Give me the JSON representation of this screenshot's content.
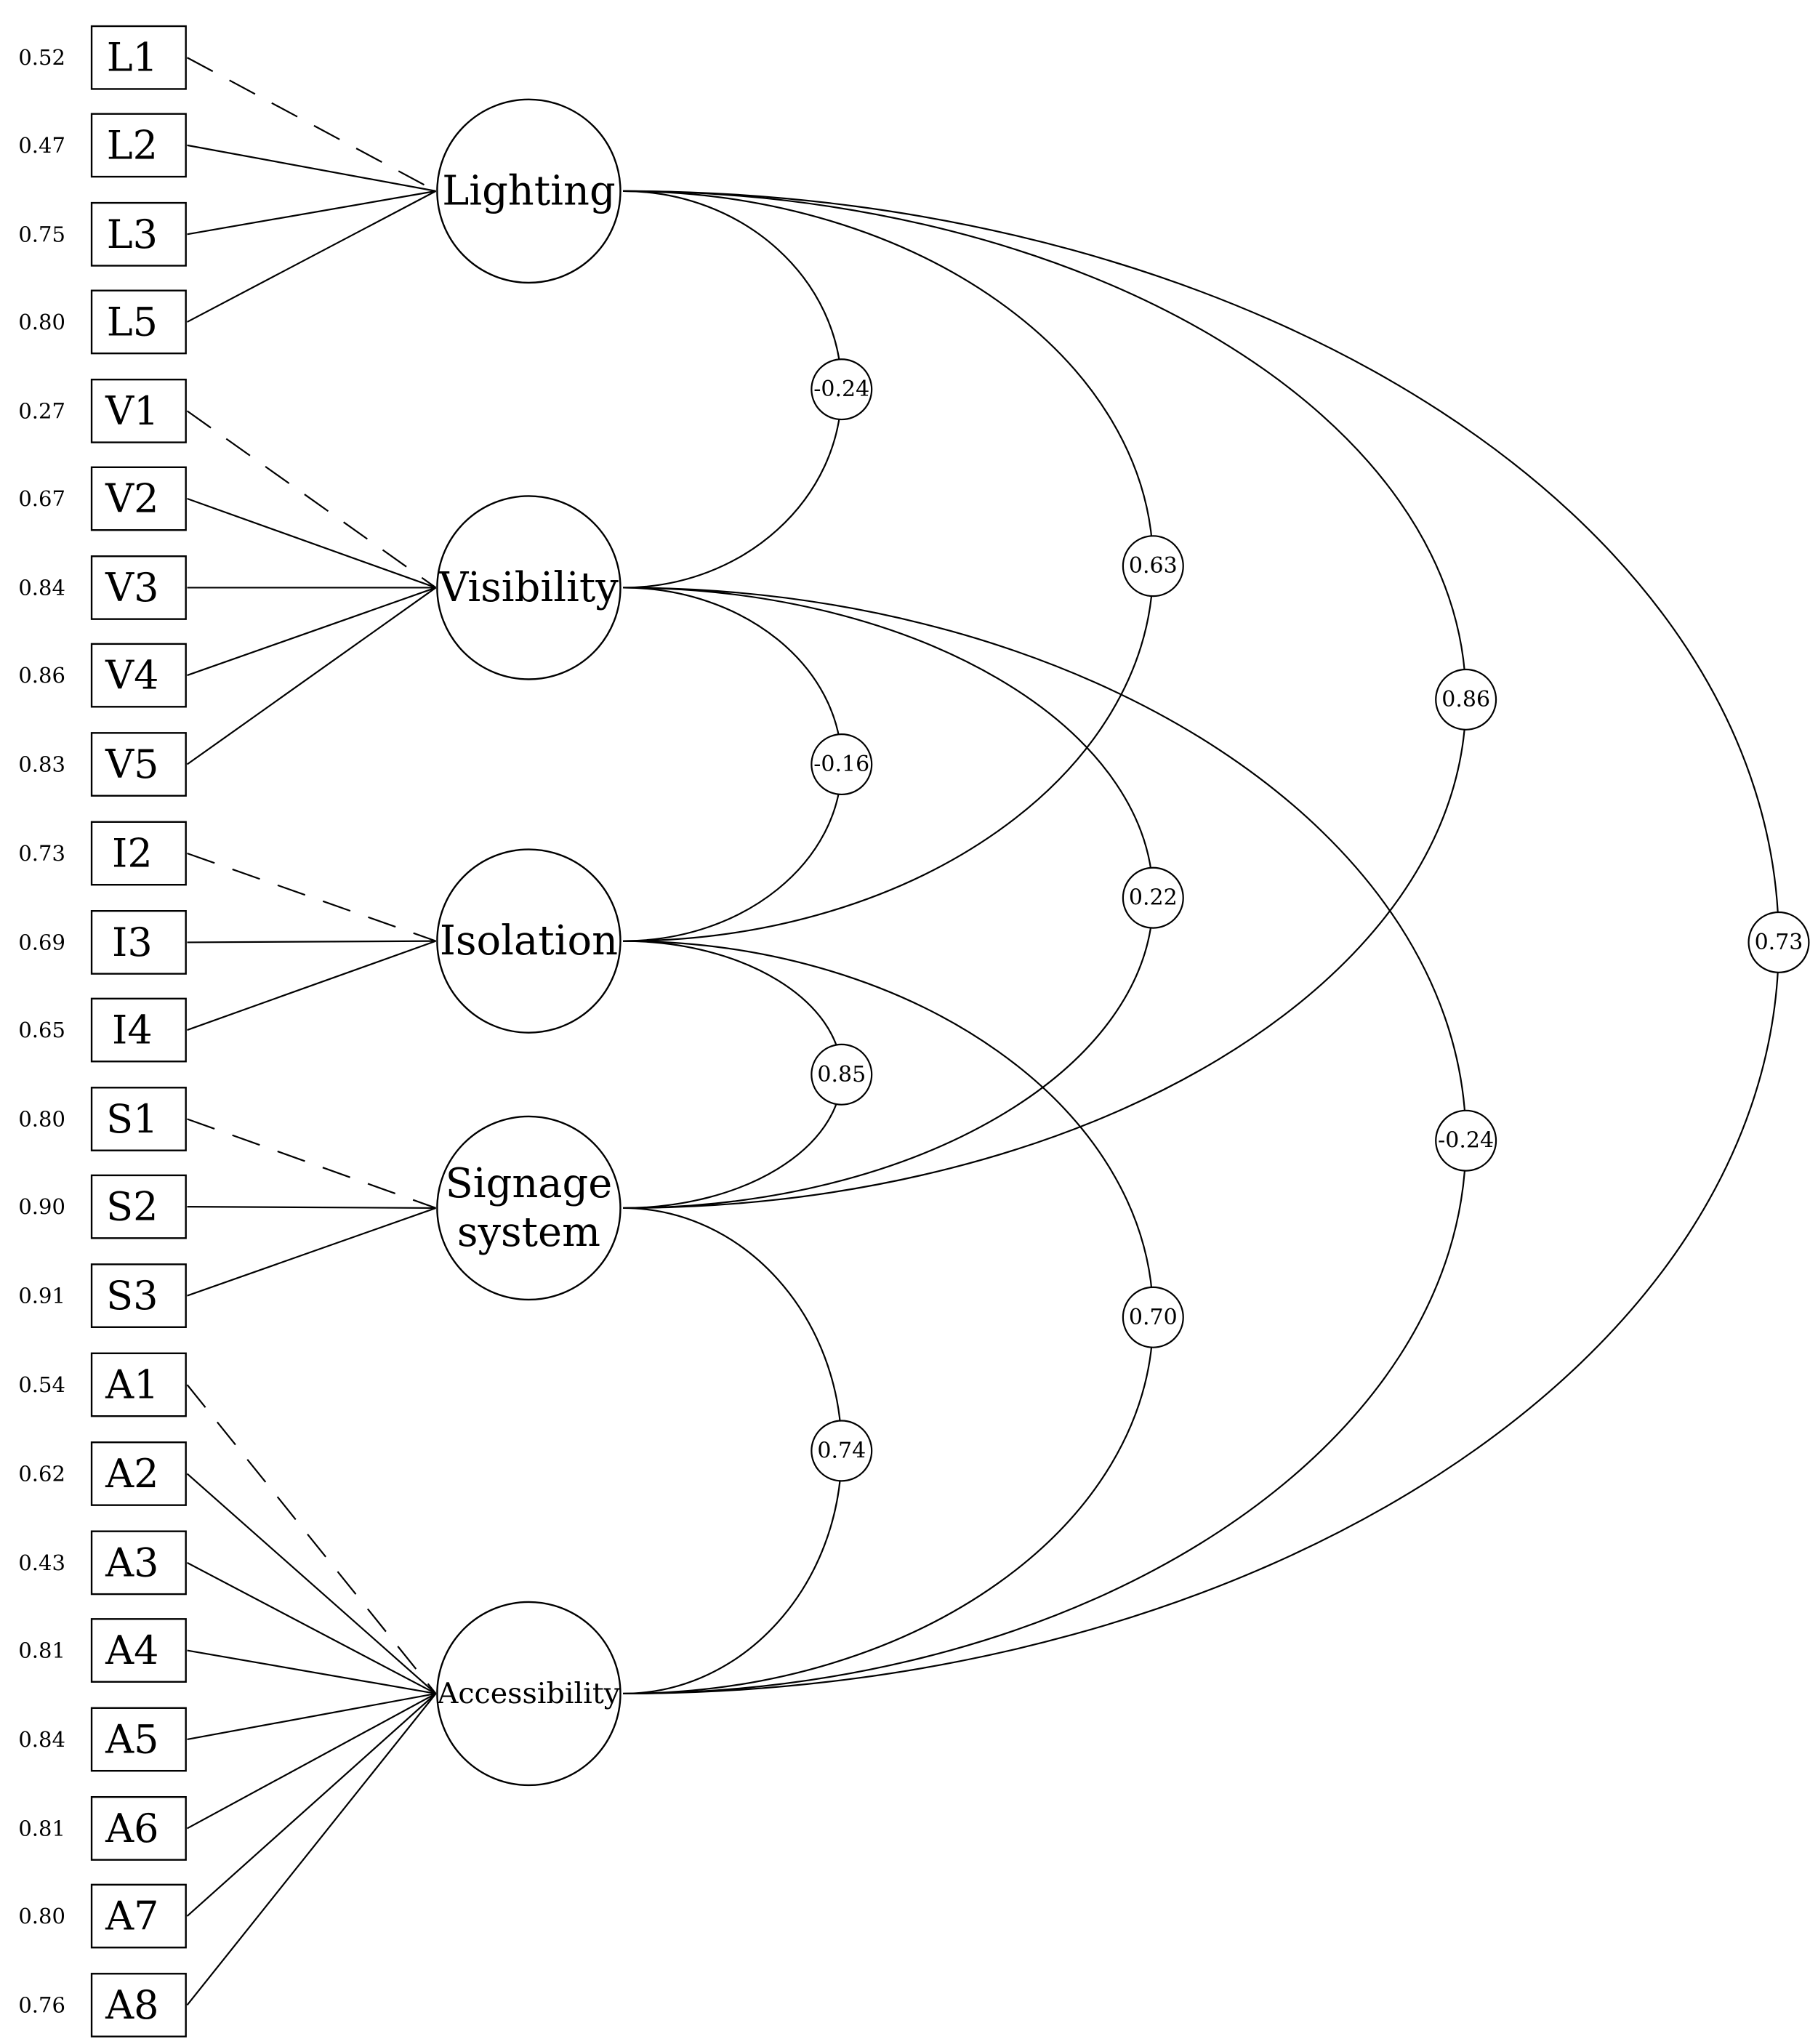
{
  "indicators": [
    {
      "id": "L1",
      "loading": "0.52",
      "factor": "lighting",
      "fixed": true
    },
    {
      "id": "L2",
      "loading": "0.47",
      "factor": "lighting",
      "fixed": false
    },
    {
      "id": "L3",
      "loading": "0.75",
      "factor": "lighting",
      "fixed": false
    },
    {
      "id": "L5",
      "loading": "0.80",
      "factor": "lighting",
      "fixed": false
    },
    {
      "id": "V1",
      "loading": "0.27",
      "factor": "visibility",
      "fixed": true
    },
    {
      "id": "V2",
      "loading": "0.67",
      "factor": "visibility",
      "fixed": false
    },
    {
      "id": "V3",
      "loading": "0.84",
      "factor": "visibility",
      "fixed": false
    },
    {
      "id": "V4",
      "loading": "0.86",
      "factor": "visibility",
      "fixed": false
    },
    {
      "id": "V5",
      "loading": "0.83",
      "factor": "visibility",
      "fixed": false
    },
    {
      "id": "I2",
      "loading": "0.73",
      "factor": "isolation",
      "fixed": true
    },
    {
      "id": "I3",
      "loading": "0.69",
      "factor": "isolation",
      "fixed": false
    },
    {
      "id": "I4",
      "loading": "0.65",
      "factor": "isolation",
      "fixed": false
    },
    {
      "id": "S1",
      "loading": "0.80",
      "factor": "signage",
      "fixed": true
    },
    {
      "id": "S2",
      "loading": "0.90",
      "factor": "signage",
      "fixed": false
    },
    {
      "id": "S3",
      "loading": "0.91",
      "factor": "signage",
      "fixed": false
    },
    {
      "id": "A1",
      "loading": "0.54",
      "factor": "accessibility",
      "fixed": true
    },
    {
      "id": "A2",
      "loading": "0.62",
      "factor": "accessibility",
      "fixed": false
    },
    {
      "id": "A3",
      "loading": "0.43",
      "factor": "accessibility",
      "fixed": false
    },
    {
      "id": "A4",
      "loading": "0.81",
      "factor": "accessibility",
      "fixed": false
    },
    {
      "id": "A5",
      "loading": "0.84",
      "factor": "accessibility",
      "fixed": false
    },
    {
      "id": "A6",
      "loading": "0.81",
      "factor": "accessibility",
      "fixed": false
    },
    {
      "id": "A7",
      "loading": "0.80",
      "factor": "accessibility",
      "fixed": false
    },
    {
      "id": "A8",
      "loading": "0.76",
      "factor": "accessibility",
      "fixed": false
    }
  ],
  "factors": [
    {
      "key": "lighting",
      "label": [
        "Lighting"
      ]
    },
    {
      "key": "visibility",
      "label": [
        "Visibility"
      ]
    },
    {
      "key": "isolation",
      "label": [
        "Isolation"
      ]
    },
    {
      "key": "signage",
      "label": [
        "Signage",
        "system"
      ]
    },
    {
      "key": "accessibility",
      "label": [
        "Accessibility"
      ]
    }
  ],
  "correlations": [
    {
      "from": "lighting",
      "to": "visibility",
      "value": "-0.24"
    },
    {
      "from": "lighting",
      "to": "isolation",
      "value": "0.63"
    },
    {
      "from": "lighting",
      "to": "signage",
      "value": "0.86"
    },
    {
      "from": "lighting",
      "to": "accessibility",
      "value": "0.73"
    },
    {
      "from": "visibility",
      "to": "isolation",
      "value": "-0.16"
    },
    {
      "from": "visibility",
      "to": "signage",
      "value": "0.22"
    },
    {
      "from": "visibility",
      "to": "accessibility",
      "value": "-0.24"
    },
    {
      "from": "isolation",
      "to": "signage",
      "value": "0.85"
    },
    {
      "from": "isolation",
      "to": "accessibility",
      "value": "0.70"
    },
    {
      "from": "signage",
      "to": "accessibility",
      "value": "0.74"
    }
  ]
}
